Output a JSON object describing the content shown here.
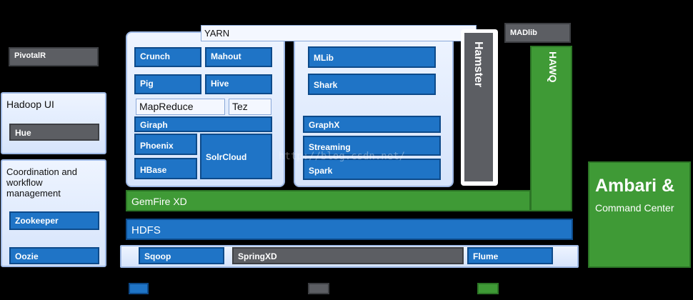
{
  "boxes": {
    "yarn": "YARN",
    "madlib": "MADlib",
    "pivotalr": "PivotalR",
    "hamster": "Hamster",
    "hawq": "HAWQ",
    "crunch": "Crunch",
    "mahout": "Mahout",
    "pig": "Pig",
    "hive": "Hive",
    "mapreduce": "MapReduce",
    "tez": "Tez",
    "giraph": "Giraph",
    "phoenix": "Phoenix",
    "hbase": "HBase",
    "solrcloud": "SolrCloud",
    "mlib": "MLib",
    "shark": "Shark",
    "graphx": "GraphX",
    "streaming": "Streaming",
    "spark": "Spark",
    "hadoop_ui": "Hadoop UI",
    "hue": "Hue",
    "coordination": "Coordination and workflow management",
    "zookeeper": "Zookeeper",
    "oozie": "Oozie",
    "gemfire": "GemFire XD",
    "hdfs": "HDFS",
    "sqoop": "Sqoop",
    "springxd": "SpringXD",
    "flume": "Flume",
    "ambari_title": "Ambari &",
    "ambari_sub": "Command Center"
  },
  "watermark": "http://blog.csdn.net/",
  "colors": {
    "blue": "#1f74c6",
    "grey": "#5c5e63",
    "green": "#3f9a36"
  }
}
